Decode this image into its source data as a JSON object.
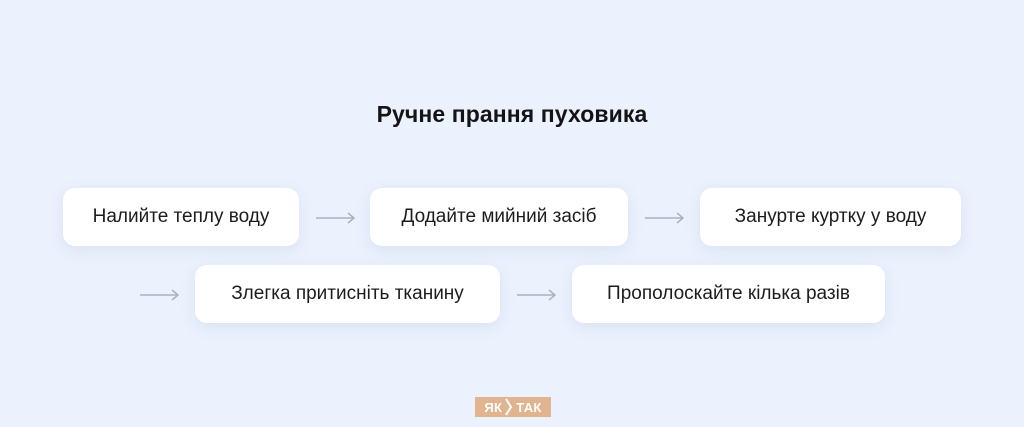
{
  "title": "Ручне прання пуховика",
  "steps": [
    {
      "label": "Налийте теплу воду"
    },
    {
      "label": "Додайте мийний засіб"
    },
    {
      "label": "Занурте куртку у воду"
    },
    {
      "label": "Злегка притисніть тканину"
    },
    {
      "label": "Прополоскайте кілька разів"
    }
  ],
  "arrows": [
    {
      "from": 1,
      "to": 2,
      "icon": "arrow-right-icon"
    },
    {
      "from": 2,
      "to": 3,
      "icon": "arrow-right-icon"
    },
    {
      "from": 3,
      "to": 4,
      "icon": "arrow-right-icon"
    },
    {
      "from": 4,
      "to": 5,
      "icon": "arrow-right-icon"
    }
  ],
  "logo": {
    "left": "ЯК",
    "right": "ТАК"
  },
  "colors": {
    "background": "#ebf1fd",
    "card": "#ffffff",
    "arrow": "#aab1c1",
    "logo": "#dfb48e",
    "text": "#161616"
  }
}
